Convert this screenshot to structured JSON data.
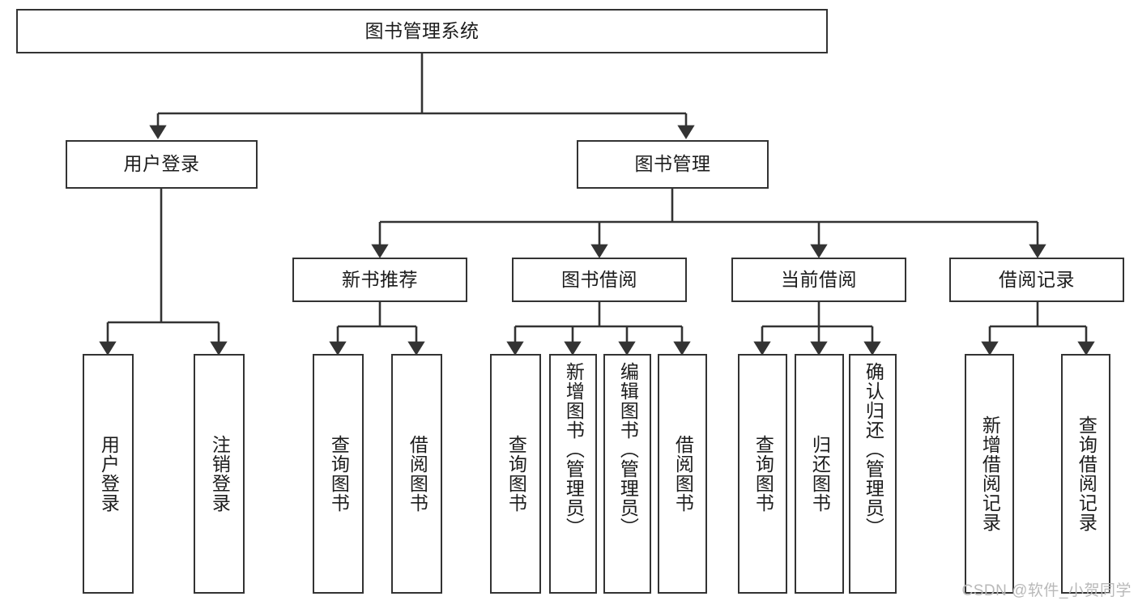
{
  "diagram": {
    "title": "图书管理系统",
    "type": "hierarchy-tree",
    "watermark": "CSDN @软件_小贺同学",
    "colors": {
      "background": "#ffffff",
      "border": "#333333",
      "text": "#1c1c1c",
      "watermark": "#b9b9b9"
    },
    "root": {
      "label": "图书管理系统"
    },
    "level1": [
      {
        "label": "用户登录"
      },
      {
        "label": "图书管理"
      }
    ],
    "level2": [
      {
        "label": "新书推荐"
      },
      {
        "label": "图书借阅"
      },
      {
        "label": "当前借阅"
      },
      {
        "label": "借阅记录"
      }
    ],
    "leaves": {
      "user_login": [
        {
          "label": "用户登录"
        },
        {
          "label": "注销登录"
        }
      ],
      "new_book_recommend": [
        {
          "label": "查询图书"
        },
        {
          "label": "借阅图书"
        }
      ],
      "book_borrow": [
        {
          "label": "查询图书"
        },
        {
          "label": "新增图书（管理员）"
        },
        {
          "label": "编辑图书（管理员）"
        },
        {
          "label": "借阅图书"
        }
      ],
      "current_borrow": [
        {
          "label": "查询图书"
        },
        {
          "label": "归还图书"
        },
        {
          "label": "确认归还（管理员）"
        }
      ],
      "borrow_record": [
        {
          "label": "新增借阅记录"
        },
        {
          "label": "查询借阅记录"
        }
      ]
    }
  }
}
